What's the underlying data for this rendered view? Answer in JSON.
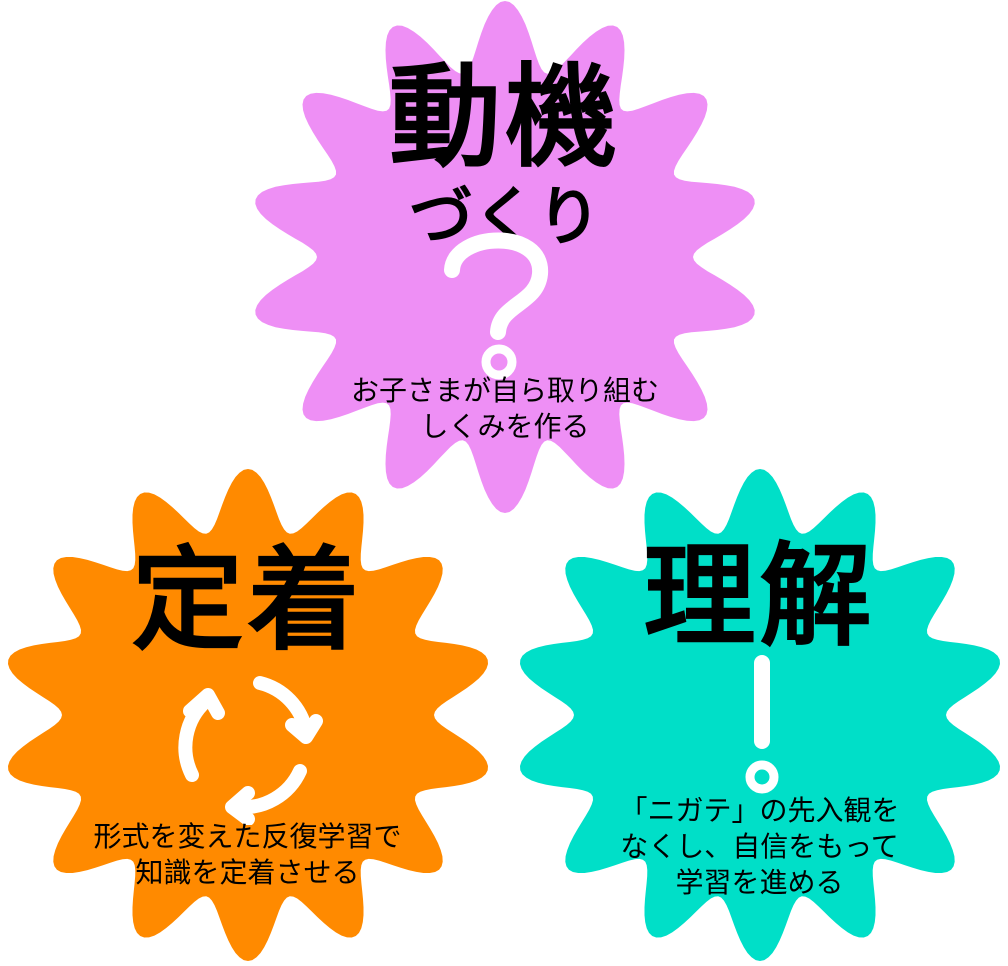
{
  "badges": [
    {
      "id": "motivation",
      "color": "#ee8ff5",
      "title": "動機",
      "subtitle": "づくり",
      "desc": [
        "お子さまが自ら取り組む",
        "しくみを作る"
      ],
      "icon": "question-mark-icon"
    },
    {
      "id": "retention",
      "color": "#ff8a00",
      "title": "定着",
      "subtitle": "",
      "desc": [
        "形式を変えた反復学習で",
        "知識を定着させる"
      ],
      "icon": "cycle-arrows-icon"
    },
    {
      "id": "understanding",
      "color": "#00dfc8",
      "title": "理解",
      "subtitle": "",
      "desc": [
        "「ニガテ」の先入観を",
        "なくし、自信をもって",
        "学習を進める"
      ],
      "icon": "exclamation-mark-icon"
    }
  ]
}
